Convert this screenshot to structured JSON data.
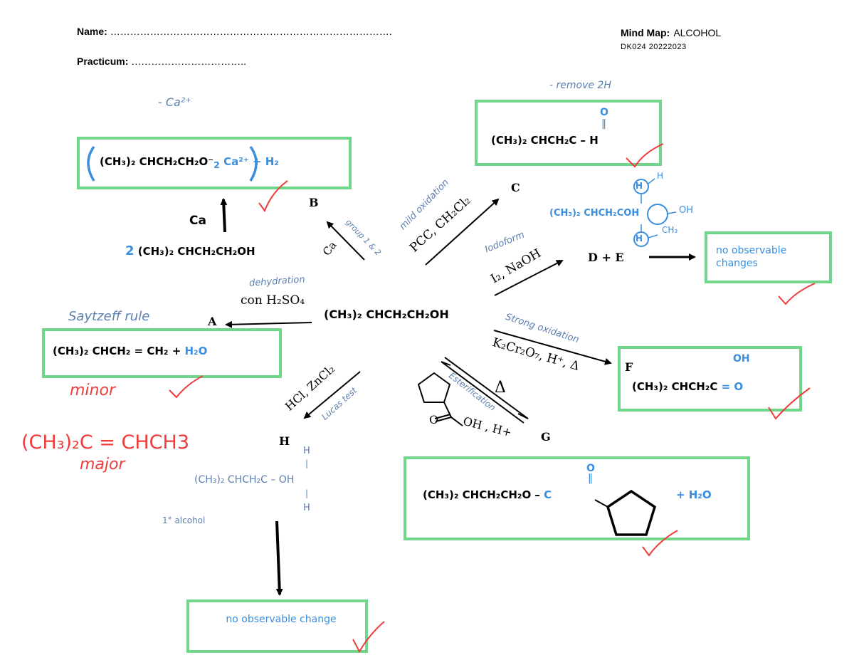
{
  "header": {
    "name_label": "Name:",
    "name_dots": "………………………………………………………………………….",
    "practicum_label": "Practicum:",
    "practicum_dots": "……………………………..",
    "title_label": "Mind Map:",
    "title_value": "ALCOHOL",
    "course_code": "DK024 20222023"
  },
  "center": {
    "formula": "(CH₃)₂ CHCH₂CH₂OH"
  },
  "branches": {
    "A": {
      "letter": "A",
      "reagent": "con H₂SO₄",
      "note": "dehydration",
      "rule": "Saytzeff rule",
      "product_black": "(CH₃)₂ CHCH₂ = CH₂ +",
      "product_blue": "H₂O",
      "minor": "minor",
      "major_formula": "(CH₃)₂C = CHCH3",
      "major": "major"
    },
    "B": {
      "letter": "B",
      "reagent": "Ca",
      "note": "group 1 & 2",
      "reactant": "2 (CH₃)₂ CHCH₂CH₂OH",
      "reactant_coef": "2",
      "arrow_reagent": "Ca",
      "charge_note": "- Ca²⁺",
      "product_black": "(CH₃)₂ CHCH₂CH₂O⁻",
      "product_sub": "2",
      "product_blue": "Ca²⁺ + H₂"
    },
    "C": {
      "letter": "C",
      "reagent": "PCC, CH₂Cl₂",
      "note": "mild oxidation",
      "remove": "- remove 2H",
      "carbonyl_o": "O",
      "carbonyl_bond": "‖",
      "product": "(CH₃)₂ CHCH₂C – H"
    },
    "DE": {
      "letter": "D + E",
      "reagent": "I₂, NaOH",
      "note": "Iodoform",
      "struct_base": "(CH₃)₂ CHCH₂C",
      "h_top": "H",
      "oh": "OH",
      "h_bottom": "H",
      "h_label": "H",
      "oh_label": "OH",
      "ch3_label": "CH₃",
      "product": "no observable changes"
    },
    "F": {
      "letter": "F",
      "reagent": "K₂Cr₂O₇, H⁺, Δ",
      "note": "Strong oxidation",
      "oh_top": "OH",
      "product_black": "(CH₃)₂ CHCH₂C",
      "product_blue": "= O"
    },
    "G": {
      "letter": "G",
      "reagent": "OH , H+",
      "acid_o": "O",
      "delta": "Δ",
      "note": "Esterification",
      "carbonyl_o": "O",
      "carbonyl_bond": "‖",
      "product_black": "(CH₃)₂ CHCH₂CH₂O –",
      "product_c": "C",
      "product_plus": "+ H₂O"
    },
    "H": {
      "letter": "H",
      "reagent": "HCl, ZnCl₂",
      "note": "Lucas test",
      "h_top": "H",
      "struct": "(CH₃)₂ CHCH₂C – OH",
      "h_bottom": "H",
      "alcohol_type": "1° alcohol",
      "product": "no observable change"
    }
  },
  "colors": {
    "box": "#6fd68a",
    "blue_ink": "#3a8ee0",
    "pencil_blue": "#5b7fb0",
    "red_ink": "#ee3b3b"
  }
}
